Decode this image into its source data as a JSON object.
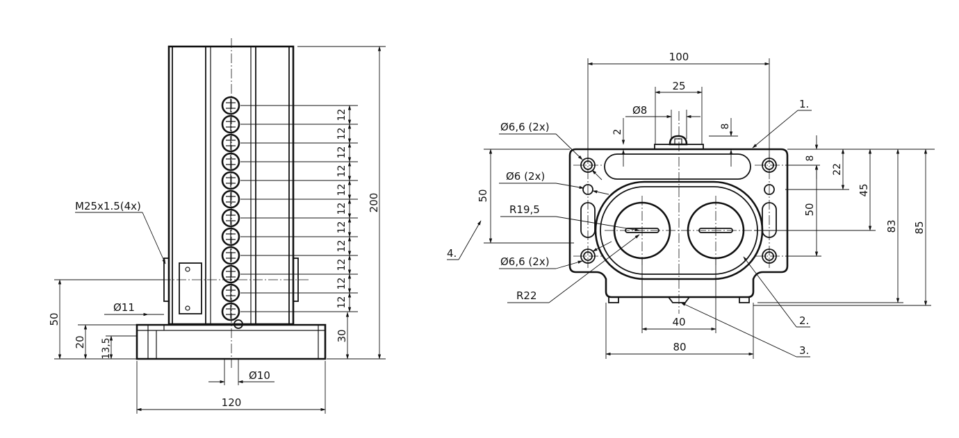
{
  "side_view": {
    "thread_note": "M25x1.5(4x)",
    "dia_11": "Ø11",
    "dia_10": "Ø10",
    "width_120": "120",
    "height_200": "200",
    "height_50": "50",
    "height_20": "20",
    "height_13_5": "13,5",
    "height_30": "30",
    "pitch_label": "12",
    "pitch_count": 11
  },
  "front_view": {
    "width_100": "100",
    "width_25": "25",
    "dia_8": "Ø8",
    "dim_2": "2",
    "dim_8_top": "8",
    "dia_6_6_top": "Ø6,6 (2x)",
    "dia_6": "Ø6 (2x)",
    "dia_6_6_bottom": "Ø6,6 (2x)",
    "r19_5": "R19,5",
    "r22": "R22",
    "left_50": "50",
    "right_8": "8",
    "right_22": "22",
    "right_45": "45",
    "right_50": "50",
    "right_83": "83",
    "right_85": "85",
    "width_40": "40",
    "width_80": "80",
    "callout_1": "1.",
    "callout_2": "2.",
    "callout_3": "3.",
    "callout_4": "4."
  }
}
